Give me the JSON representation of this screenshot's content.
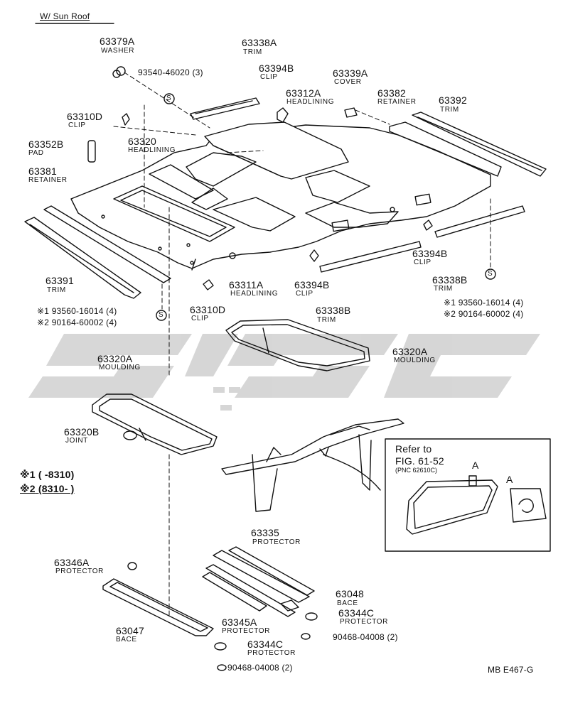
{
  "title": "W/ Sun Roof",
  "drawing_code": "MB  E467-G",
  "watermark": "سيجا",
  "parts": [
    {
      "pn": "63379A",
      "name": "WASHER"
    },
    {
      "pn": "93540-46020 (3)"
    },
    {
      "pn": "63338A",
      "name": "TRIM"
    },
    {
      "pn": "63394B",
      "name": "CLIP"
    },
    {
      "pn": "63339A",
      "name": "COVER"
    },
    {
      "pn": "63312A",
      "name": "HEADLINING"
    },
    {
      "pn": "63382",
      "name": "RETAINER"
    },
    {
      "pn": "63392",
      "name": "TRIM"
    },
    {
      "pn": "63310D",
      "name": "CLIP"
    },
    {
      "pn": "63320",
      "name": "HEADLINING"
    },
    {
      "pn": "63352B",
      "name": "PAD"
    },
    {
      "pn": "63381",
      "name": "RETAINER"
    },
    {
      "pn": "63391",
      "name": "TRIM"
    },
    {
      "pn": "63311A",
      "name": "HEADLINING"
    },
    {
      "pn": "63394B",
      "name": "CLIP"
    },
    {
      "pn": "63310D",
      "name": "CLIP"
    },
    {
      "pn": "63338B",
      "name": "TRIM"
    },
    {
      "pn": "63394B",
      "name": "CLIP"
    },
    {
      "pn": "63338B",
      "name": "TRIM"
    },
    {
      "pn": "63320A",
      "name": "MOULDING"
    },
    {
      "pn": "63320A",
      "name": "MOULDING"
    },
    {
      "pn": "63320B",
      "name": "JOINT"
    },
    {
      "pn": "63335",
      "name": "PROTECTOR"
    },
    {
      "pn": "63346A",
      "name": "PROTECTOR"
    },
    {
      "pn": "63048",
      "name": "BACE"
    },
    {
      "pn": "63344C",
      "name": "PROTECTOR"
    },
    {
      "pn": "90468-04008 (2)"
    },
    {
      "pn": "63047",
      "name": "BACE"
    },
    {
      "pn": "63345A",
      "name": "PROTECTOR"
    },
    {
      "pn": "63344C",
      "name": "PROTECTOR"
    },
    {
      "pn": "90468-04008 (2)"
    }
  ],
  "left_notes": [
    {
      "mark": "※1",
      "pn": "93560-16014 (4)"
    },
    {
      "mark": "※2",
      "pn": "90164-60002 (4)"
    }
  ],
  "right_notes": [
    {
      "mark": "※1",
      "pn": "93560-16014 (4)"
    },
    {
      "mark": "※2",
      "pn": "90164-60002 (4)"
    }
  ],
  "legend": [
    {
      "mark": "※1",
      "range": "(          -8310)"
    },
    {
      "mark": "※2",
      "range": "(8310-          )"
    }
  ],
  "refer_box": {
    "line1": "Refer to",
    "line2": "FIG. 61-52",
    "line3": "(PNC 62610C)",
    "detail_letter": "A"
  },
  "screw_symbol": "S"
}
